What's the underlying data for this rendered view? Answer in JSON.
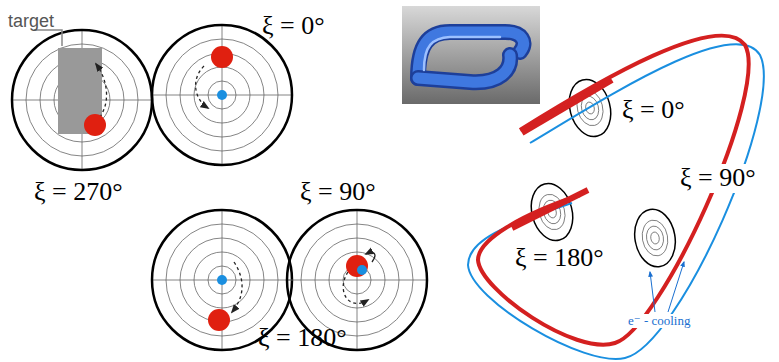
{
  "diagram": {
    "labels": [
      "target",
      "ξ = 0°",
      "ξ = 270°",
      "ξ = 90°",
      "ξ = 180°",
      "ξ = 0°",
      "ξ = 180°",
      "ξ = 90°",
      "e⁻ - cooling"
    ]
  }
}
